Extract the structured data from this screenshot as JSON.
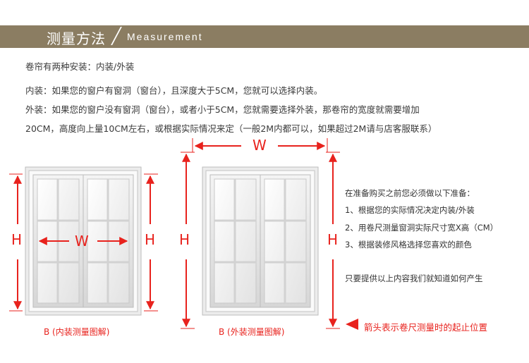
{
  "header": {
    "title_zh": "测量方法",
    "title_en": "Measurement"
  },
  "intro": {
    "line1": "卷帘有两种安装：内装/外装",
    "line2": "内装：如果您的窗户有窗洞（窗台），且深度大于5CM，您就可以选择内装。",
    "line3": "外装：如果您的窗户没有窗洞（窗台），或者小于5CM，您就需要选择外装，那卷帘的宽度就需要增加",
    "line4": "20CM，高度向上量10CM左右，或根据实际情况来定（一般2M内都可以，如果超过2M请与店客服联系）"
  },
  "diagram_inner": {
    "h_left": "H",
    "w": "W",
    "h_right": "H",
    "caption": "B (内装测量图解)"
  },
  "diagram_outer": {
    "w": "W",
    "h_left": "H",
    "h_right": "H",
    "caption": "B (外装测量图解)"
  },
  "prep": {
    "intro": "在准备购买之前您必须做以下准备：",
    "item1": "1、根据您的实际情况决定内装/外装",
    "item2": "2、用卷尺测量窗洞实际尺寸宽X高（CM）",
    "item3": "3、根据装修风格选择您喜欢的颜色",
    "note": "只要提供以上内容我们就知道如何产生",
    "legend": "箭头表示卷尺测量时的起止位置"
  },
  "colors": {
    "header_bg": "#8b7d62",
    "accent": "#e8221d"
  }
}
